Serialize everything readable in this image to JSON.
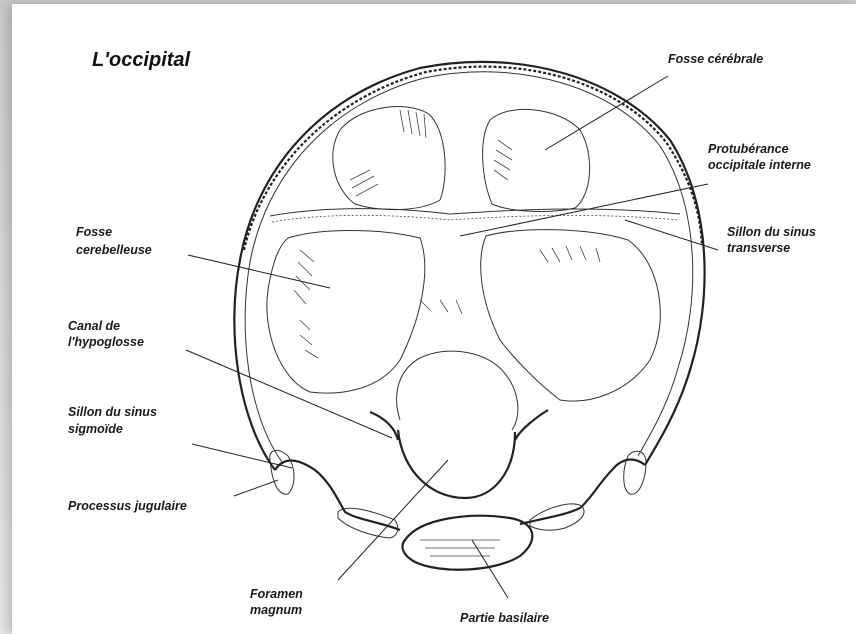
{
  "title": "L'occipital",
  "labels": {
    "fosse_cerebrale": "Fosse cérébrale",
    "protuberance_1": "Protubérance",
    "protuberance_2": "occipitale interne",
    "sillon_transverse_1": "Sillon du sinus",
    "sillon_transverse_2": "transverse",
    "fosse_cerebelleuse_1": "Fosse",
    "fosse_cerebelleuse_2": "cerebelleuse",
    "canal_hypoglosse_1": "Canal de",
    "canal_hypoglosse_2": "l'hypoglosse",
    "sillon_sigmoide_1": "Sillon du sinus",
    "sillon_sigmoide_2": "sigmoïde",
    "processus_jugulaire": "Processus jugulaire",
    "foramen_magnum_1": "Foramen",
    "foramen_magnum_2": "magnum",
    "partie_basilaire": "Partie basilaire"
  },
  "colors": {
    "background": "#ffffff",
    "ink": "#1a1a1a",
    "frame": "#d0d0d0"
  }
}
